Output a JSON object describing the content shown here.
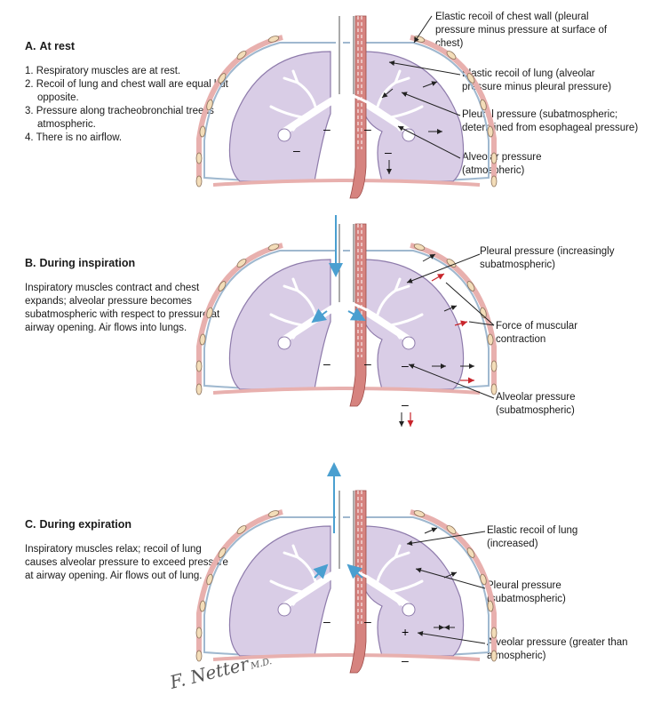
{
  "panels": [
    {
      "id": "a",
      "letter": "A.",
      "title": "At rest",
      "steps": [
        "1. Respiratory muscles are at rest.",
        "2. Recoil of lung and chest wall are equal but opposite.",
        "3. Pressure along tracheobronchial tree is atmospheric.",
        "4. There is no airflow."
      ],
      "labels": [
        "Elastic recoil of chest wall (pleural pressure minus pressure at surface of chest)",
        "Elastic recoil of lung (alveolar pressure minus pleural pressure)",
        "Pleural pressure (subatmospheric; determined from esophageal pressure)",
        "Alveolar pressure (atmospheric)"
      ]
    },
    {
      "id": "b",
      "letter": "B.",
      "title": "During inspiration",
      "description": "Inspiratory muscles contract and chest expands; alveolar pressure becomes subatmospheric with respect to pressure at airway opening. Air flows into lungs.",
      "labels": [
        "Pleural pressure (increasingly subatmospheric)",
        "Force of muscular contraction",
        "Alveolar pressure (subatmospheric)"
      ]
    },
    {
      "id": "c",
      "letter": "C.",
      "title": "During expiration",
      "description": "Inspiratory muscles relax; recoil of lung causes alveolar pressure to exceed pressure at airway opening. Air flows out of lung.",
      "labels": [
        "Elastic recoil of lung (increased)",
        "Pleural pressure (subatmospheric)",
        "Alveolar pressure (greater than atmospheric)"
      ]
    }
  ],
  "pressure_signs": {
    "minus": "–",
    "plus": "+"
  },
  "signature": {
    "name": "F. Netter",
    "suffix": "M.D."
  },
  "colors": {
    "lung": "#d9cde6",
    "lung_outline": "#8e7bab",
    "chest_wall": "#e8b0ae",
    "rib": "#f3ddb9",
    "pleura": "#9fb8cf",
    "airway": "#ffffff",
    "esophagus": "#d6837f",
    "airflow_arrow": "#4a9fd0",
    "muscle_arrow": "#c8252b",
    "pointer": "#222222"
  }
}
